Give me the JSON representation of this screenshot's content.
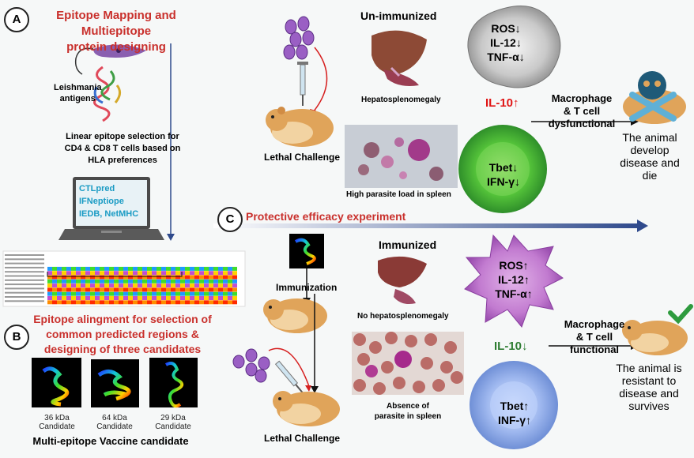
{
  "panel_a": {
    "label": "A",
    "title_line1": "Epitope Mapping and Multiepitope",
    "title_line2": "protein designing",
    "antigen_line1": "Leishmania",
    "antigen_line2": "antigens",
    "selection_line1": "Linear epitope selection for",
    "selection_line2": "CD4 & CD8 T cells based on",
    "selection_line3": "HLA preferences",
    "tools": [
      "CTLpred",
      "IFNeptiope",
      "IEDB, NetMHC"
    ]
  },
  "panel_b": {
    "label": "B",
    "title_line1": "Epitope alingment for selection of",
    "title_line2": "common predicted regions &",
    "title_line3": "designing of three candidates",
    "candidates": [
      {
        "size": "36 kDa",
        "label": "Candidate"
      },
      {
        "size": "64 kDa",
        "label": "Candidate"
      },
      {
        "size": "29 kDa",
        "label": "Candidate"
      }
    ],
    "footer": "Multi-epitope Vaccine candidate"
  },
  "panel_c": {
    "label": "C",
    "title": "Protective efficacy experiment"
  },
  "unimmunized": {
    "title": "Un-immunized",
    "organ_caption": "Hepatosplenomegaly",
    "challenge": "Lethal Challenge",
    "spleen_caption": "High parasite load in spleen",
    "macrophage_markers": [
      "ROS↓",
      "IL-12↓",
      "TNF-α↓"
    ],
    "il10": "IL-10↑",
    "tcell_markers": [
      "Tbet↓",
      "IFN-γ↓"
    ],
    "function_line1": "Macrophage",
    "function_line2": "& T cell",
    "function_line3": "dysfunctional",
    "outcome_line1": "The animal",
    "outcome_line2": "develop",
    "outcome_line3": "disease and",
    "outcome_line4": "die"
  },
  "immunized": {
    "title": "Immunized",
    "immunization": "Immunization",
    "organ_caption": "No hepatosplenomegaly",
    "challenge": "Lethal Challenge",
    "spleen_caption_line1": "Absence of",
    "spleen_caption_line2": "parasite in spleen",
    "macrophage_markers": [
      "ROS↑",
      "IL-12↑",
      "TNF-α↑"
    ],
    "il10": "IL-10↓",
    "tcell_markers": [
      "Tbet↑",
      "INF-γ↑"
    ],
    "function_line1": "Macrophage",
    "function_line2": "& T cell",
    "function_line3": "functional",
    "outcome_line1": "The animal is",
    "outcome_line2": "resistant to",
    "outcome_line3": "disease and",
    "outcome_line4": "survives"
  },
  "colors": {
    "title_red": "#c9302c",
    "tool_blue": "#1a9bc4",
    "il10_red": "#e01414",
    "il10_green": "#2e7d32",
    "arrow_blue": "#2f4a8c"
  }
}
